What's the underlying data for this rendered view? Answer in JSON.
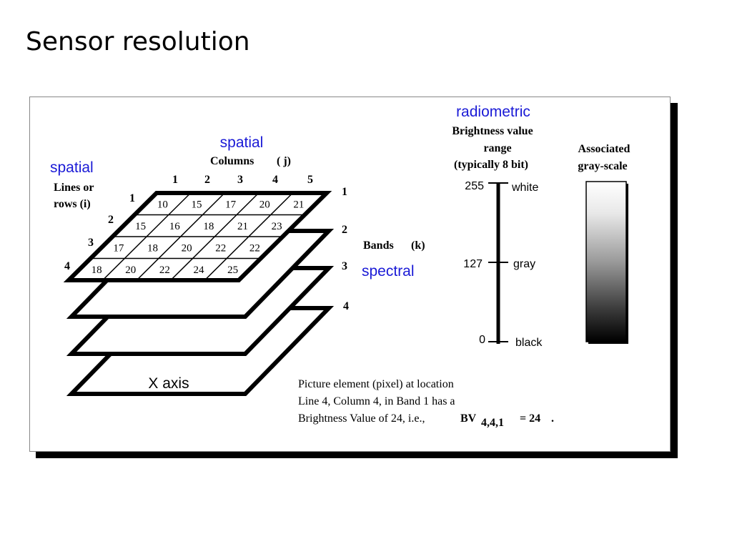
{
  "title": "Sensor resolution",
  "labels": {
    "spatial_top": "spatial",
    "spatial_left": "spatial",
    "columns": "Columns",
    "columns_j": "( j)",
    "lines_or": "Lines or",
    "rows_i": "rows (i)",
    "bands": "Bands",
    "bands_k": "(k)",
    "spectral": "spectral",
    "radiometric": "radiometric",
    "bv_range_1": "Brightness value",
    "bv_range_2": "range",
    "bv_range_3": "(typically 8 bit)",
    "assoc_1": "Associated",
    "assoc_2": "gray-scale",
    "x_axis": "X axis"
  },
  "column_numbers": [
    "1",
    "2",
    "3",
    "4",
    "5"
  ],
  "row_numbers": [
    "1",
    "2",
    "3",
    "4"
  ],
  "band_numbers": [
    "1",
    "2",
    "3",
    "4"
  ],
  "grid_values": [
    [
      "10",
      "15",
      "17",
      "20",
      "21"
    ],
    [
      "15",
      "16",
      "18",
      "21",
      "23"
    ],
    [
      "17",
      "18",
      "20",
      "22",
      "22"
    ],
    [
      "18",
      "20",
      "22",
      "24",
      "25"
    ]
  ],
  "scale": {
    "values": [
      "255",
      "127",
      "0"
    ],
    "names": [
      "white",
      "gray",
      "black"
    ]
  },
  "caption": {
    "line1": "Picture element (pixel) at location",
    "line2": "Line 4, Column 4, in Band 1 has a",
    "line3": "Brightness Value of 24, i.e.,",
    "bv": "BV",
    "bv_sub": "4,4,1",
    "bv_eq": "= 24",
    "bv_end": "."
  },
  "colors": {
    "accent_blue": "#1a1ad6"
  }
}
